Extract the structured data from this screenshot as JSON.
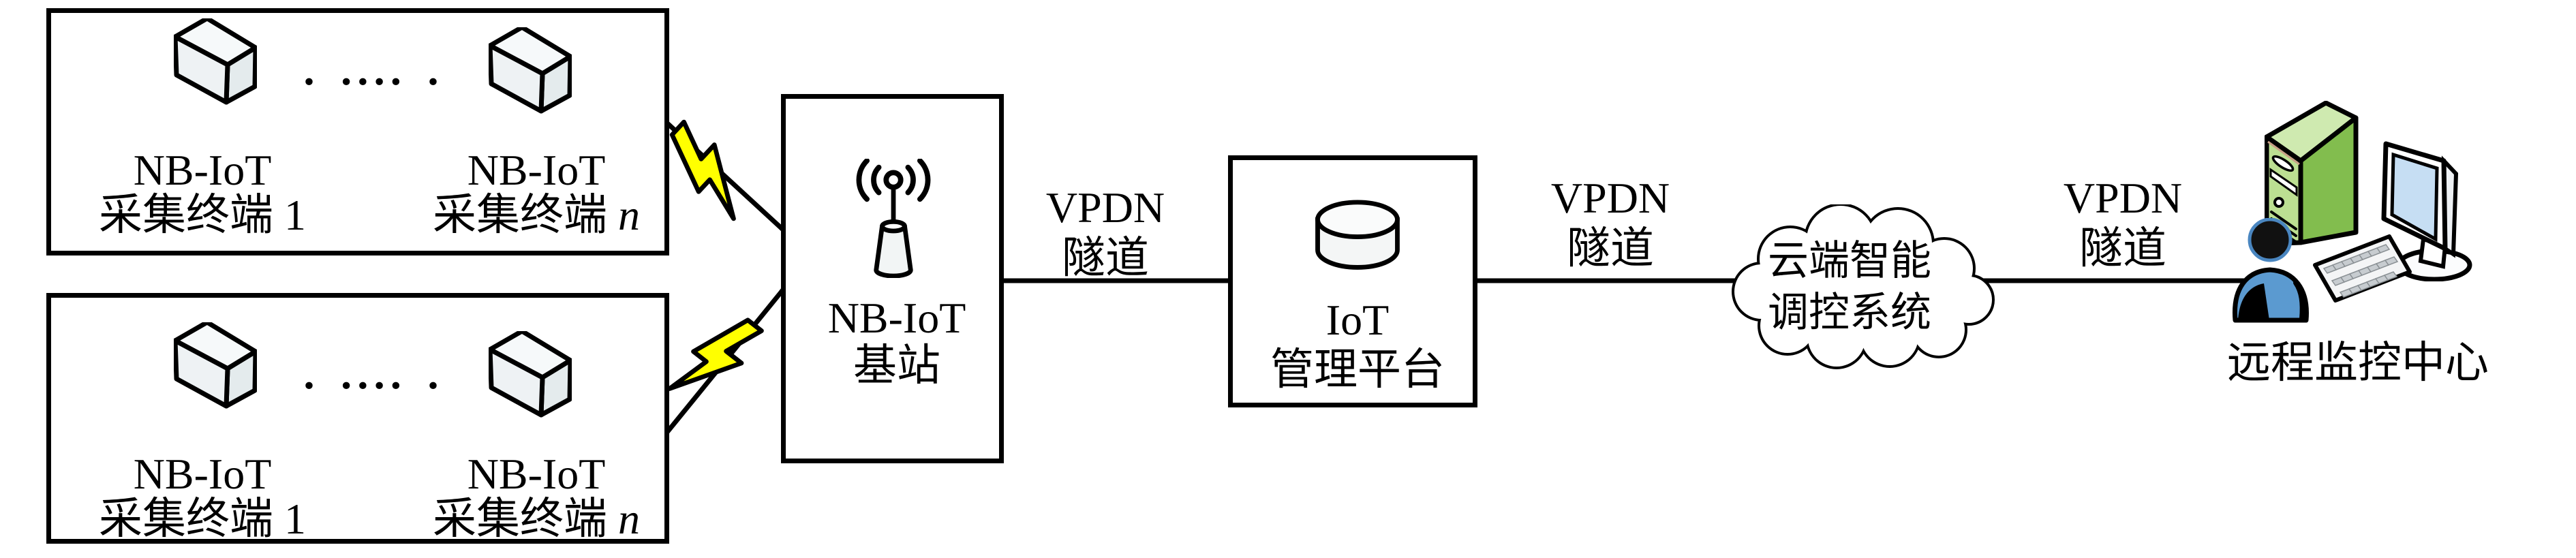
{
  "nodes": {
    "terminal_groups": [
      {
        "ellipsis": "• •••• •",
        "devices": [
          {
            "line1": "NB-IoT",
            "line2_prefix": "采集终端 ",
            "line2_suffix": "1"
          },
          {
            "line1": "NB-IoT",
            "line2_prefix": "采集终端 ",
            "line2_suffix": "n"
          }
        ]
      },
      {
        "ellipsis": "• •••• •",
        "devices": [
          {
            "line1": "NB-IoT",
            "line2_prefix": "采集终端 ",
            "line2_suffix": "1"
          },
          {
            "line1": "NB-IoT",
            "line2_prefix": "采集终端 ",
            "line2_suffix": "n"
          }
        ]
      }
    ],
    "base_station": {
      "line1": "NB-IoT",
      "line2": "基站"
    },
    "iot_platform": {
      "line1": "IoT",
      "line2": "管理平台"
    },
    "cloud_system": {
      "line1": "云端智能",
      "line2": "调控系统"
    },
    "monitoring_center": {
      "label": "远程监控中心"
    }
  },
  "edges": {
    "vpdn_labels": [
      {
        "line1": "VPDN",
        "line2": "隧道"
      },
      {
        "line1": "VPDN",
        "line2": "隧道"
      },
      {
        "line1": "VPDN",
        "line2": "隧道"
      }
    ]
  },
  "colors": {
    "outline": "#000000",
    "bolt_yellow": "#ffff00",
    "server_front": "#bcdf92",
    "server_side": "#82bd4e",
    "server_top": "#cfeab0",
    "screen_blue": "#c6def3",
    "person_blue": "#5b9ad0",
    "cube_face": "#eef2f4",
    "cylinder_fill": "#f4f6f6"
  }
}
